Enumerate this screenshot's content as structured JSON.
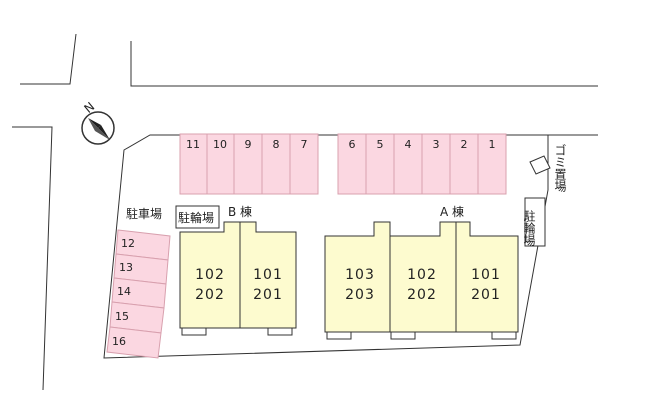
{
  "compass": {
    "north_label": "N",
    "icon": "north-arrow-icon"
  },
  "parking": {
    "label": "駐車場",
    "top_row": [
      "11",
      "10",
      "9",
      "8",
      "7",
      "6",
      "5",
      "4",
      "3",
      "2",
      "1"
    ],
    "left_column": [
      "12",
      "13",
      "14",
      "15",
      "16"
    ],
    "color": "#fbd7e1"
  },
  "garbage": {
    "label": "ゴミ置場"
  },
  "bike_parking_b": {
    "label": "駐輪場"
  },
  "bike_parking_right": {
    "label": "駐輪場"
  },
  "building_b": {
    "label": "B 棟",
    "units": [
      {
        "top": "102",
        "bottom": "202"
      },
      {
        "top": "101",
        "bottom": "201"
      }
    ],
    "color": "#fdfbcf"
  },
  "building_a": {
    "label": "A 棟",
    "units": [
      {
        "top": "103",
        "bottom": "203"
      },
      {
        "top": "102",
        "bottom": "202"
      },
      {
        "top": "101",
        "bottom": "201"
      }
    ],
    "color": "#fdfbcf"
  }
}
